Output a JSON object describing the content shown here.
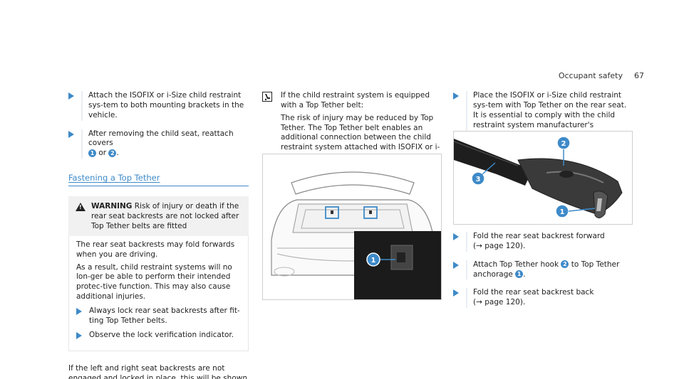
{
  "header": {
    "section": "Occupant safety",
    "page_number": "67"
  },
  "col1": {
    "step1": "Attach the ISOFIX or i-Size child restraint sys-tem to both mounting brackets in the vehicle.",
    "step2_prefix": "After removing the child seat, reattach covers",
    "step2_badge_a": "1",
    "step2_or": "or",
    "step2_badge_b": "2",
    "step2_end": ".",
    "section_title": "Fastening a Top Tether",
    "warning_label": "WARNING",
    "warning_head": "Risk of injury or death if the rear seat backrests are not locked after Top Tether belts are fitted",
    "warning_p1": "The rear seat backrests may fold forwards when you are driving.",
    "warning_p2": "As a result, child restraint systems will no lon-ger be able to perform their intended protec-tive function. This may also cause additional injuries.",
    "warning_step1": "Always lock rear seat backrests after fit-ting Top Tether belts.",
    "warning_step2": "Observe the lock verification indicator.",
    "para": "If the left and right seat backrests are not engaged and locked in place, this will be shown on the display on the instrument display."
  },
  "col2": {
    "info_p1": "If the child restraint system is equipped with a Top Tether belt:",
    "info_p2": "The risk of injury may be reduced by Top Tether. The Top Tether belt enables an additional connection between the child restraint system attached with ISOFIX or i-Size and the vehicle.",
    "callout": "1"
  },
  "col3": {
    "step1": "Place the ISOFIX or i-Size child restraint sys-tem with Top Tether on the rear seat. It is essential to comply with the child restraint system manufacturer's installation instruc-tions.",
    "callouts": [
      "2",
      "3",
      "1"
    ],
    "step2_line1": "Fold the rear seat backrest forward",
    "step2_line2": "(→ page 120).",
    "step3_prefix": "Attach Top Tether hook",
    "step3_badge_a": "2",
    "step3_mid": "to Top Tether anchorage",
    "step3_badge_b": "1",
    "step3_end": ".",
    "step4_line1": "Fold the rear seat backrest back",
    "step4_line2": "(→ page 120)."
  },
  "colors": {
    "accent": "#3e8ac8",
    "warn_bg": "#f1f1f1"
  }
}
